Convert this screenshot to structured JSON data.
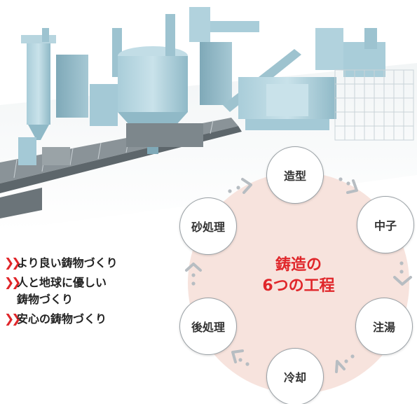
{
  "diagram": {
    "center_title": [
      "鋳造の",
      "6つの工程"
    ],
    "steps": [
      {
        "key": "zoukei",
        "label": "造型"
      },
      {
        "key": "nakago",
        "label": "中子"
      },
      {
        "key": "chuutou",
        "label": "注湯"
      },
      {
        "key": "reikyaku",
        "label": "冷却"
      },
      {
        "key": "goshori",
        "label": "後処理"
      },
      {
        "key": "sunashori",
        "label": "砂処理"
      }
    ],
    "colors": {
      "accent": "#e0262a",
      "circle_fill": "#f7e3dd",
      "node_border": "#9aa1a6",
      "arrow": "#b7bdc2"
    }
  },
  "bullets": [
    {
      "icon": "double-chevron-right-icon",
      "text": "より良い鋳物づくり"
    },
    {
      "icon": "double-chevron-right-icon",
      "text": "人と地球に優しい\n鋳物づくり"
    },
    {
      "icon": "double-chevron-right-icon",
      "text": "安心の鋳物づくり"
    }
  ],
  "illustration": {
    "icon": "foundry-plant-illustration"
  }
}
